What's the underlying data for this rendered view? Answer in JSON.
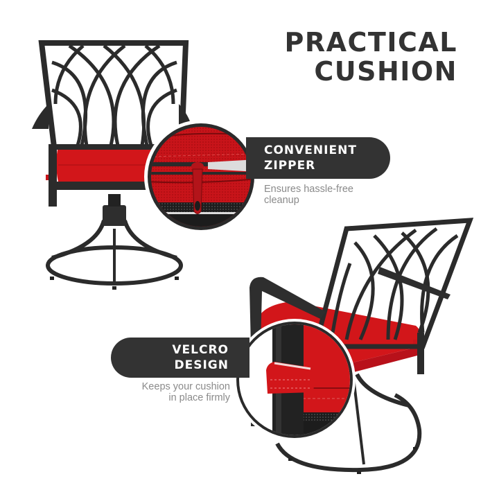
{
  "headline": {
    "line1": "PRACTICAL",
    "line2": "CUSHION"
  },
  "features": [
    {
      "title_line1": "CONVENIENT",
      "title_line2": "ZIPPER",
      "desc_line1": "Ensures hassle-free",
      "desc_line2": "cleanup",
      "detail_image": "zipper-closeup"
    },
    {
      "title_line1": "VELCRO",
      "title_line2": "DESIGN",
      "desc_line1": "Keeps your cushion",
      "desc_line2": "in place firmly",
      "detail_image": "velcro-strap-closeup"
    }
  ],
  "product": {
    "images": [
      "swivel-chair-front-view",
      "swivel-chair-three-quarter-view"
    ],
    "frame_color": "#2b2b2b",
    "cushion_color": "#d2161a"
  },
  "colors": {
    "label_bg": "#333333",
    "label_text": "#ffffff",
    "headline": "#333333",
    "subtext": "#8a8a8a",
    "background": "#ffffff"
  }
}
